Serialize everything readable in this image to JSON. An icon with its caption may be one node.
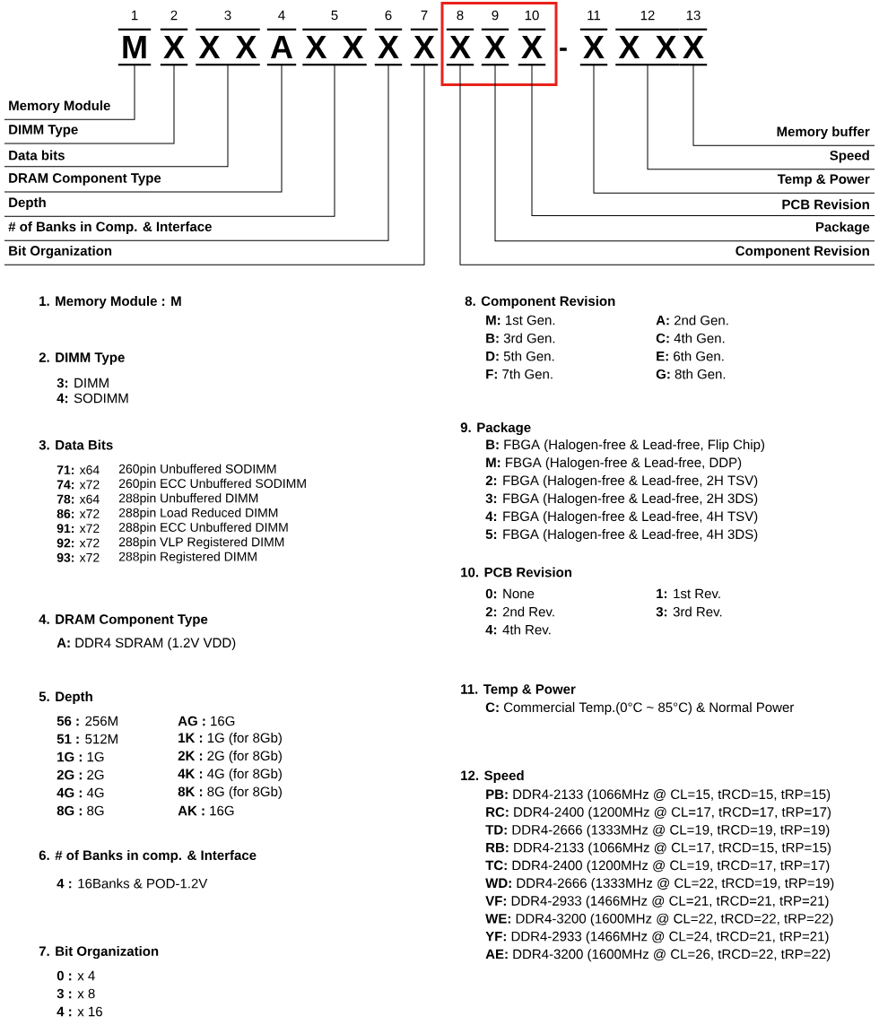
{
  "diagram": {
    "nodes": [
      {
        "text": [
          "M"
        ],
        "beside": [
          "1"
        ]
      },
      {
        "text": [
          "X"
        ],
        "beside": [
          "2"
        ]
      },
      {
        "text": [
          "X X"
        ],
        "beside": [
          "3"
        ]
      },
      {
        "text": [
          "A"
        ],
        "beside": [
          "4"
        ]
      },
      {
        "text": [
          "X X"
        ],
        "beside": [
          "5"
        ]
      },
      {
        "text": [
          "X"
        ],
        "beside": [
          "6"
        ]
      },
      {
        "text": [
          "X"
        ],
        "beside": [
          "7"
        ]
      },
      {
        "text": [],
        "shape": "box"
      },
      {
        "text": [
          "X"
        ],
        "beside": [
          "8"
        ],
        "in": 7
      },
      {
        "text": [
          "X"
        ],
        "beside": [
          "9"
        ],
        "in": 7
      },
      {
        "text": [
          "X"
        ],
        "beside": [
          "10"
        ],
        "in": 7
      },
      {
        "text": [
          "X"
        ],
        "beside": [
          "11"
        ]
      },
      {
        "text": [
          "X X"
        ],
        "beside": [
          "12"
        ]
      },
      {
        "text": [
          "X"
        ],
        "beside": [
          "13"
        ]
      },
      {
        "text": [
          "Memory Module"
        ]
      },
      {
        "text": [
          "DIMM Type"
        ]
      },
      {
        "text": [
          "Data bits"
        ]
      },
      {
        "text": [
          "DRAM Component Type"
        ]
      },
      {
        "text": [
          "Depth"
        ]
      },
      {
        "text": [
          "# of Banks in Comp. & Interface"
        ]
      },
      {
        "text": [
          "Bit Organization"
        ]
      },
      {
        "text": [
          "Memory buffer"
        ]
      },
      {
        "text": [
          "Speed"
        ]
      },
      {
        "text": [
          "Temp & Power"
        ]
      },
      {
        "text": [
          "PCB Revision"
        ]
      },
      {
        "text": [
          "Package"
        ]
      },
      {
        "text": [
          "Component Revision"
        ]
      }
    ],
    "edges": [
      {
        "from": 14,
        "to": 0,
        "arrow": "none"
      },
      {
        "from": 15,
        "to": 1,
        "arrow": "none"
      },
      {
        "from": 16,
        "to": 2,
        "arrow": "none"
      },
      {
        "from": 17,
        "to": 3,
        "arrow": "none"
      },
      {
        "from": 18,
        "to": 4,
        "arrow": "none"
      },
      {
        "from": 19,
        "to": 5,
        "arrow": "none"
      },
      {
        "from": 20,
        "to": 6,
        "arrow": "none"
      },
      {
        "from": 21,
        "to": 13,
        "arrow": "none"
      },
      {
        "from": 22,
        "to": 12,
        "arrow": "none"
      },
      {
        "from": 23,
        "to": 11,
        "arrow": "none"
      },
      {
        "from": 24,
        "to": 10,
        "arrow": "none"
      },
      {
        "from": 25,
        "to": 9,
        "arrow": "none"
      },
      {
        "from": 26,
        "to": 8,
        "arrow": "none"
      }
    ],
    "labels": [
      "-",
      "1. Memory Module : M",
      "2. DIMM Type",
      "**3:** DIMM",
      "**4:** SODIMM",
      "3. Data Bits",
      "**71:** x64",
      "260pin Unbuffered SODIMM",
      "**74:** x72",
      "260pin ECC Unbuffered SODIMM",
      "**78:** x64",
      "288pin Unbuffered DIMM",
      "**86:** x72",
      "288pin Load Reduced DIMM",
      "**91:** x72",
      "288pin ECC Unbuffered DIMM",
      "**92:** x72",
      "288pin VLP Registered DIMM",
      "**93:** x72",
      "288pin Registered DIMM",
      "4. DRAM Component Type",
      "**A:** DDR4 SDRAM (1.2V VDD)",
      "5. Depth",
      "**56 :** 256M",
      "**AG :** 16G",
      "**51 :** 512M",
      "**1K :** 1G (for 8Gb)",
      "**1G :** 1G",
      "**2K :** 2G (for 8Gb)",
      "**2G :** 2G",
      "**4K :** 4G (for 8Gb)",
      "**4G :** 4G",
      "**8K :** 8G (for 8Gb)",
      "**8G :** 8G",
      "**AK :** 16G",
      "6. # of Banks in comp. & Interface",
      "**4 :** 16Banks & POD-1.2V",
      "7. Bit Organization",
      "**0 :** x 4",
      "**3 :** x 8",
      "**4 :** x 16",
      "8. Component Revision",
      "**M:** 1st Gen.",
      "**A:** 2nd Gen.",
      "**B:** 3rd Gen.",
      "**C:** 4th Gen.",
      "**D:** 5th Gen.",
      "**E:** 6th Gen.",
      "**F:** 7th Gen.",
      "**G:** 8th Gen.",
      "9. Package",
      "**B:** FBGA (Halogen-free & Lead-free, Flip Chip)",
      "**M:** FBGA (Halogen-free & Lead-free, DDP)",
      "**2:** FBGA (Halogen-free & Lead-free, 2H TSV)",
      "**3:** FBGA (Halogen-free & Lead-free, 2H 3DS)",
      "**4:** FBGA (Halogen-free & Lead-free, 4H TSV)",
      "**5:** FBGA (Halogen-free & Lead-free, 4H 3DS)",
      "10. PCB Revision",
      "**0:** None",
      "**1:** 1st Rev.",
      "**2:** 2nd Rev.",
      "**3:** 3rd Rev.",
      "**4:** 4th Rev.",
      "11. Temp & Power",
      "**C:** Commercial Temp.(0°C ~ 85°C) & Normal Power",
      "12. Speed",
      "**PB:** DDR4-2133 (1066MHz @ CL=15, tRCD=15, tRP=15)",
      "**RC:** DDR4-2400 (1200MHz @ CL=17, tRCD=17, tRP=17)",
      "**TD:** DDR4-2666 (1333MHz @ CL=19, tRCD=19, tRP=19)",
      "**RB:** DDR4-2133 (1066MHz @ CL=17, tRCD=15, tRP=15)",
      "**TC:** DDR4-2400 (1200MHz @ CL=19, tRCD=17, tRP=17)",
      "**WD:** DDR4-2666 (1333MHz @ CL=22, tRCD=19, tRP=19)",
      "**VF:** DDR4-2933 (1466MHz @ CL=21, tRCD=21, tRP=21)",
      "**WE:** DDR4-3200 (1600MHz @ CL=22, tRCD=22, tRP=22)",
      "**YF:** DDR4-2933 (1466MHz @ CL=24, tRCD=21, tRP=21)",
      "**AE:** DDR4-3200 (1600MHz @ CL=26, tRCD=22, tRP=22)"
    ]
  }
}
